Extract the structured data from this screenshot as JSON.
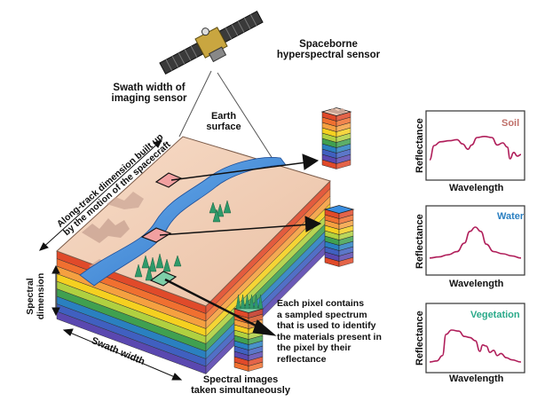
{
  "labels": {
    "sensor": [
      "Spaceborne",
      "hyperspectral sensor"
    ],
    "swath_width_sensor": [
      "Swath width of",
      "imaging sensor"
    ],
    "earth_surface": [
      "Earth",
      "surface"
    ],
    "along_track": [
      "Along-track dimension built up",
      "by the motion of the spacecraft"
    ],
    "spectral_dimension": [
      "Spectral",
      "dimension"
    ],
    "swath_width": "Swath width",
    "spectral_images": [
      "Spectral  images",
      "taken simultaneously"
    ],
    "pixel_note": [
      "Each pixel contains",
      "a sampled spectrum",
      "that is used to identify",
      "the materials present in",
      "the pixel by their",
      "reflectance"
    ]
  },
  "graphs": [
    {
      "title": "Soil",
      "title_color": "#c0706a",
      "ylabel": "Reflectance",
      "xlabel": "Wavelength",
      "curve_color": "#b01e5a"
    },
    {
      "title": "Water",
      "title_color": "#2a7fc1",
      "ylabel": "Reflectance",
      "xlabel": "Wavelength",
      "curve_color": "#b01e5a"
    },
    {
      "title": "Vegetation",
      "title_color": "#2aaa8a",
      "ylabel": "Reflectance",
      "xlabel": "Wavelength",
      "curve_color": "#b01e5a"
    }
  ],
  "colors": {
    "layers": [
      "#e04a2a",
      "#f07030",
      "#f5a040",
      "#f5d020",
      "#b0d040",
      "#40a050",
      "#2a80c0",
      "#4060c0",
      "#5a48b0"
    ],
    "river": "#4a8fd8",
    "terrain": "#f0d2bc",
    "arrow": "#111111"
  }
}
